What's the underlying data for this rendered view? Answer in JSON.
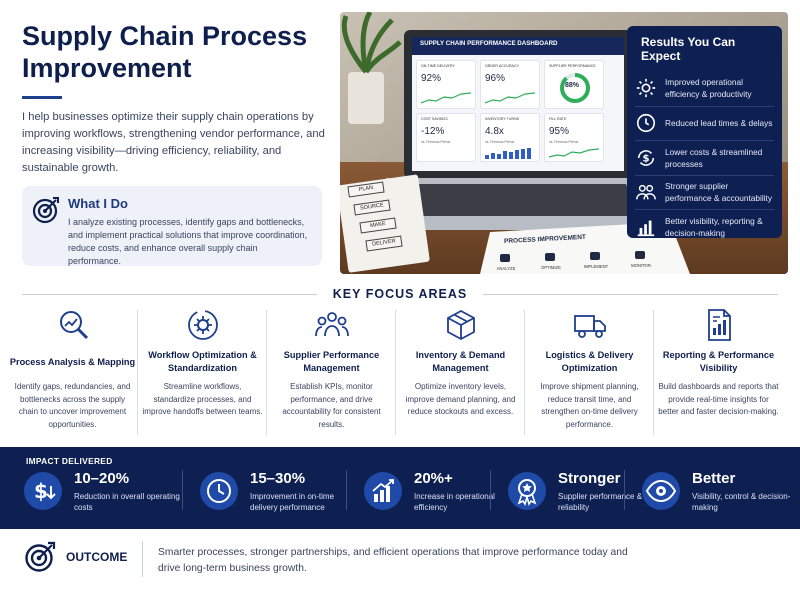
{
  "header": {
    "title": "Supply Chain Process Improvement",
    "intro": "I help businesses optimize their supply chain operations by improving workflows, strengthening vendor performance, and increasing visibility—driving efficiency, reliability, and sustainable growth."
  },
  "what_i_do": {
    "heading": "What I Do",
    "text": "I analyze existing processes, identify gaps and bottlenecks, and implement practical solutions that improve coordination, reduce costs, and enhance overall supply chain performance."
  },
  "photo": {
    "dashboard_title": "SUPPLY CHAIN PERFORMANCE DASHBOARD",
    "kpis": [
      {
        "label": "ON-TIME DELIVERY",
        "value": "92%"
      },
      {
        "label": "ORDER ACCURACY",
        "value": "96%"
      },
      {
        "label": "SUPPLIER PERFORMANCE",
        "value": "88%"
      },
      {
        "label": "COST SAVINGS",
        "value": "-12%"
      },
      {
        "label": "INVENTORY TURNS",
        "value": "4.8x"
      },
      {
        "label": "FILL RATE",
        "value": "95%"
      }
    ],
    "kpi_note": "vs. Previous Period",
    "notebook_steps": [
      "PLAN",
      "SOURCE",
      "MAKE",
      "DELIVER"
    ],
    "paper_title": "PROCESS IMPROVEMENT",
    "paper_steps": [
      "ANALYZE",
      "OPTIMIZE",
      "IMPLEMENT",
      "MONITOR"
    ]
  },
  "results": {
    "heading": "Results You Can Expect",
    "items": [
      {
        "icon": "gear-icon",
        "text": "Improved operational efficiency & productivity"
      },
      {
        "icon": "clock-icon",
        "text": "Reduced lead times & delays"
      },
      {
        "icon": "dollar-cycle-icon",
        "text": "Lower costs & streamlined processes"
      },
      {
        "icon": "people-icon",
        "text": "Stronger supplier performance & accountability"
      },
      {
        "icon": "bar-chart-icon",
        "text": "Better visibility, reporting & decision-making"
      }
    ]
  },
  "focus": {
    "heading": "KEY FOCUS AREAS",
    "areas": [
      {
        "icon": "analysis-chart-icon",
        "title": "Process Analysis & Mapping",
        "text": "Identify gaps, redundancies, and bottlenecks across the supply chain to uncover improvement opportunities."
      },
      {
        "icon": "workflow-gear-icon",
        "title": "Workflow Optimization & Standardization",
        "text": "Streamline workflows, standardize processes, and improve handoffs between teams."
      },
      {
        "icon": "supplier-group-icon",
        "title": "Supplier Performance Management",
        "text": "Establish KPIs, monitor performance, and drive accountability for consistent results."
      },
      {
        "icon": "box-icon",
        "title": "Inventory & Demand Management",
        "text": "Optimize inventory levels, improve demand planning, and reduce stockouts and excess."
      },
      {
        "icon": "truck-icon",
        "title": "Logistics & Delivery Optimization",
        "text": "Improve shipment planning, reduce transit time, and strengthen on-time delivery performance."
      },
      {
        "icon": "report-icon",
        "title": "Reporting & Performance Visibility",
        "text": "Build dashboards and reports that provide real-time insights for better and faster decision-making."
      }
    ]
  },
  "impact": {
    "label": "IMPACT DELIVERED",
    "items": [
      {
        "icon": "dollar-down-icon",
        "value": "10–20%",
        "text": "Reduction in overall operating costs"
      },
      {
        "icon": "clock-icon",
        "value": "15–30%",
        "text": "Improvement in on-time delivery performance"
      },
      {
        "icon": "growth-chart-icon",
        "value": "20%+",
        "text": "Increase in operational efficiency"
      },
      {
        "icon": "award-icon",
        "value": "Stronger",
        "text": "Supplier performance & reliability"
      },
      {
        "icon": "eye-icon",
        "value": "Better",
        "text": "Visibility, control & decision-making"
      }
    ]
  },
  "outcome": {
    "label": "OUTCOME",
    "text": "Smarter processes, stronger partnerships, and efficient operations that improve performance today and drive long-term business growth."
  },
  "colors": {
    "navy": "#0e1f52",
    "accent": "#1f4aa8",
    "green": "#2fae5a"
  }
}
